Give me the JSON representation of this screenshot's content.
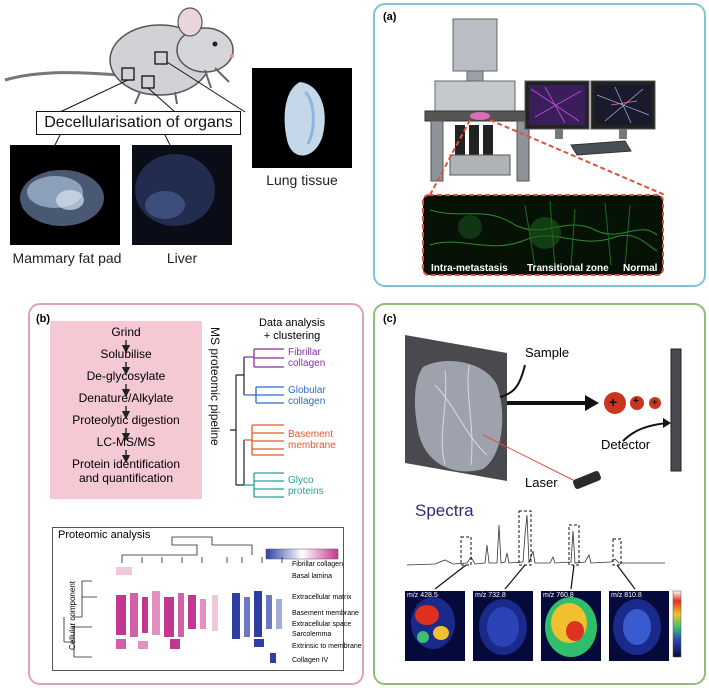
{
  "top_left": {
    "decell_title": "Decellularisation of organs",
    "images": [
      {
        "label": "Mammary fat pad"
      },
      {
        "label": "Liver"
      },
      {
        "label": "Lung tissue"
      }
    ]
  },
  "panel_a": {
    "label": "(a)",
    "zones": [
      "Intra-metastasis",
      "Transitional zone",
      "Normal"
    ],
    "border_color": "#7fc4d6"
  },
  "panel_b": {
    "label": "(b)",
    "pipeline_title": "MS proteomic pipeline",
    "steps": [
      "Grind",
      "Solubilise",
      "De-glycosylate",
      "Denature/Alkylate",
      "Proteolytic digestion",
      "LC-MS/MS",
      "Protein identification",
      "and quantification"
    ],
    "data_analysis_title": [
      "Data analysis",
      "+ clustering"
    ],
    "clusters": [
      {
        "lines": [
          "Fibrillar",
          "collagen"
        ],
        "color": "#8b2fa8"
      },
      {
        "lines": [
          "Globular",
          "collagen"
        ],
        "color": "#2a6fc0"
      },
      {
        "lines": [
          "Basement",
          "membrane"
        ],
        "color": "#e8572a"
      },
      {
        "lines": [
          "Glyco",
          "proteins"
        ],
        "color": "#23a39a"
      }
    ],
    "proteomic_title": "Proteomic analysis",
    "y_axis_label": "Cellular component",
    "components": [
      "Fibrillar collagen",
      "Basal lamina",
      "Extracellular matrix",
      "Basement membrane",
      "Extracellular space",
      "Sarcolemma",
      "Extrinsic to membrane",
      "Collagen IV"
    ],
    "border_color": "#e3a0b8",
    "pipeline_bg": "#f5c9d3"
  },
  "panel_c": {
    "label": "(c)",
    "sample_label": "Sample",
    "detector_label": "Detector",
    "laser_label": "Laser",
    "spectra_title": "Spectra",
    "mz_labels": [
      "m/z 428.5",
      "m/z 732.8",
      "m/z 760.8",
      "m/z 810.8"
    ],
    "ions": [
      "+",
      "+",
      "+"
    ],
    "border_color": "#8cc07a"
  }
}
